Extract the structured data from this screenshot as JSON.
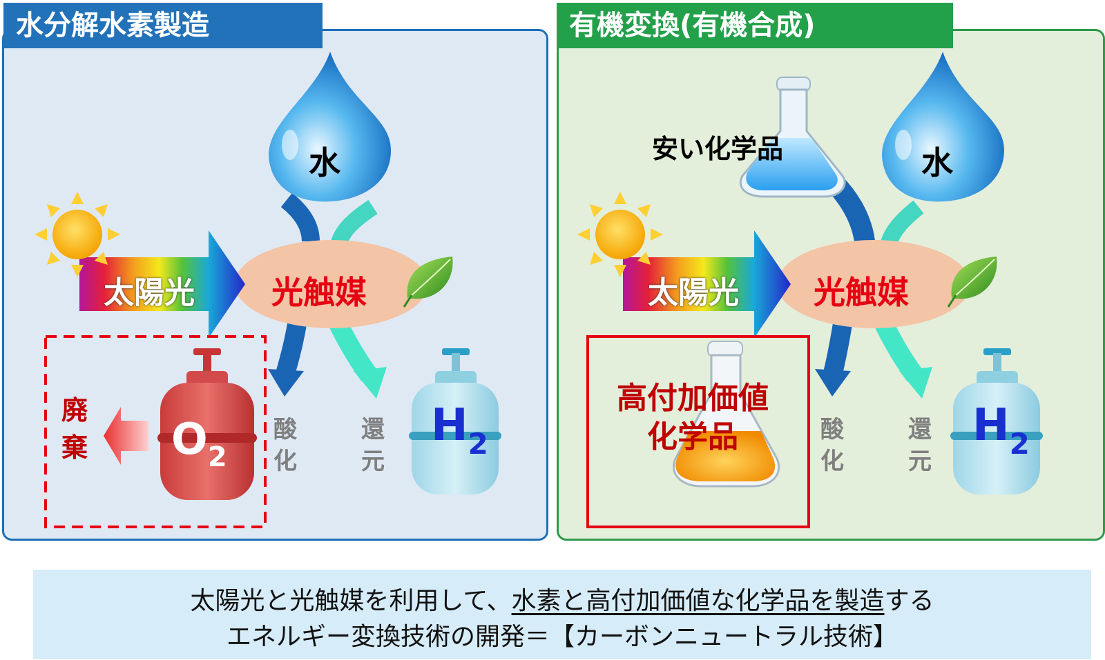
{
  "left": {
    "title": "水分解水素製造",
    "water": "水",
    "sunlight": "太陽光",
    "catalyst": "光触媒",
    "oxidation": [
      "酸",
      "化"
    ],
    "reduction": [
      "還",
      "元"
    ],
    "waste": [
      "廃",
      "棄"
    ],
    "o2": {
      "main": "O",
      "sub": "2"
    },
    "h2": {
      "main": "H",
      "sub": "2"
    }
  },
  "right": {
    "title": "有機変換(有機合成)",
    "cheap_chem": "安い化学品",
    "water": "水",
    "sunlight": "太陽光",
    "catalyst": "光触媒",
    "oxidation": [
      "酸",
      "化"
    ],
    "reduction": [
      "還",
      "元"
    ],
    "product": [
      "高付加価値",
      "化学品"
    ],
    "h2": {
      "main": "H",
      "sub": "2"
    }
  },
  "summary": {
    "line1_a": "太陽光と光触媒を利用して、",
    "line1_b": "水素と高付加価値な化学品を製造",
    "line1_c": "する",
    "line2": "エネルギー変換技術の開発＝【カーボンニュートラル技術】"
  },
  "colors": {
    "left_border": "#1e6fb6",
    "right_border": "#2e9a4a",
    "catalyst_text": "#e60012",
    "h2_text": "#1a2fd0",
    "highlight_box": "#e60012"
  }
}
